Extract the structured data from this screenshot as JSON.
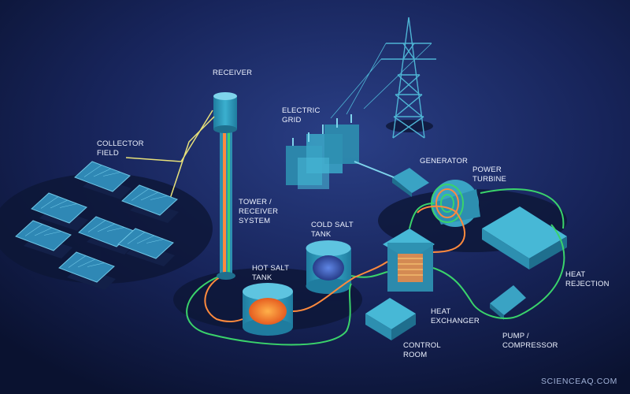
{
  "labels": {
    "receiver": "RECEIVER",
    "collector_field": "COLLECTOR\nFIELD",
    "electric_grid": "ELECTRIC\nGRID",
    "generator": "GENERATOR",
    "power_turbine": "POWER\nTURBINE",
    "tower_receiver_system": "TOWER /\nRECEIVER\nSYSTEM",
    "cold_salt_tank": "COLD SALT\nTANK",
    "hot_salt_tank": "HOT SALT\nTANK",
    "heat_rejection": "HEAT\nREJECTION",
    "heat_exchanger": "HEAT\nEXCHANGER",
    "control_room": "CONTROL\nROOM",
    "pump_compressor": "PUMP /\nCOMPRESSOR"
  },
  "watermark": "SCIENCEAQ.COM",
  "colors": {
    "background": "#0c1532",
    "equipment": "#2d8fb0",
    "hot_loop": "#ff8a3d",
    "cold_loop": "#3ad36b",
    "sun_rays": "#e9e27a"
  }
}
